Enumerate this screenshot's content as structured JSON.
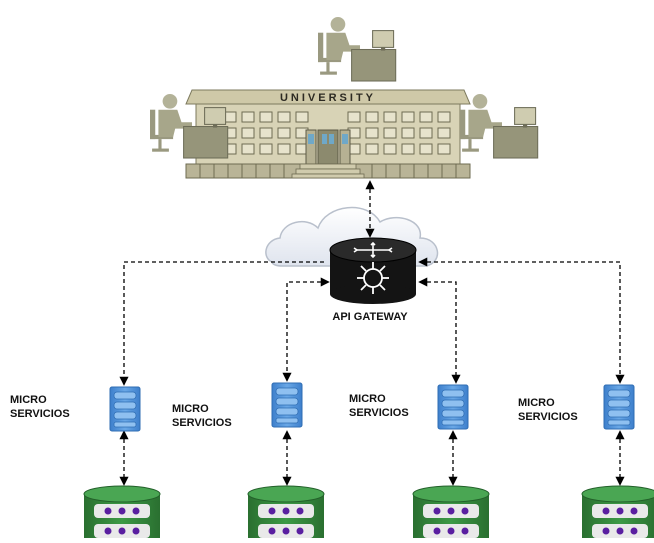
{
  "university": {
    "sign": "UNIVERSITY"
  },
  "gateway": {
    "label": "API GATEWAY"
  },
  "services": [
    {
      "line1": "MICRO",
      "line2": "SERVICIOS"
    },
    {
      "line1": "MICRO",
      "line2": "SERVICIOS"
    },
    {
      "line1": "MICRO",
      "line2": "SERVICIOS"
    },
    {
      "line1": "MICRO",
      "line2": "SERVICIOS"
    }
  ],
  "colors": {
    "building": "#d8d3b6",
    "building_dark": "#8c8a6e",
    "person": "#a7a68a",
    "desk": "#96957a",
    "cloud": "#eef1f6",
    "gateway": "#141414",
    "server": "#4d8fd6",
    "database": "#2e7d35",
    "dots": "#5a1fa0"
  }
}
